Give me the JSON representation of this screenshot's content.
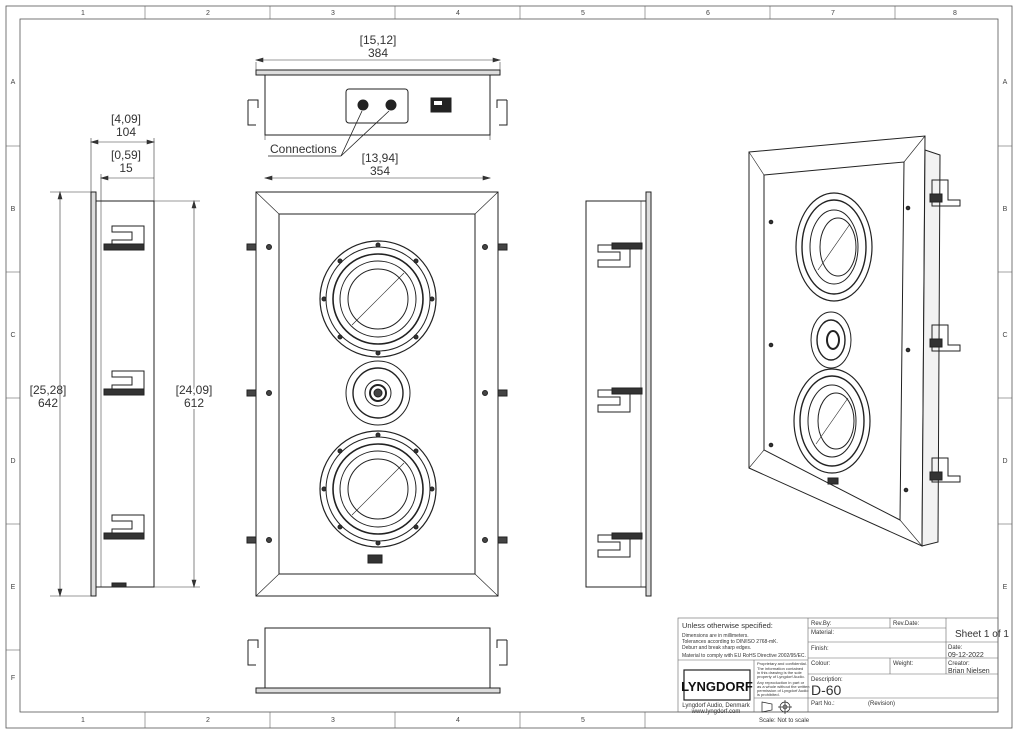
{
  "grid": {
    "columns": [
      "1",
      "2",
      "3",
      "4",
      "5",
      "6",
      "7",
      "8"
    ],
    "rows": [
      "A",
      "B",
      "C",
      "D",
      "E",
      "F"
    ]
  },
  "dimensions": {
    "top_width_in": "[15,12]",
    "top_width_mm": "384",
    "depth_in": "[4,09]",
    "depth_mm": "104",
    "flange_in": "[0,59]",
    "flange_mm": "15",
    "inner_width_in": "[13,94]",
    "inner_width_mm": "354",
    "height_in": "[25,28]",
    "height_mm": "642",
    "inner_height_in": "[24,09]",
    "inner_height_mm": "612"
  },
  "callout_connections": "Connections",
  "title_block": {
    "unless_specified": "Unless otherwise specified:",
    "note_line1": "Dimensions are in millimeters.",
    "note_line2": "Tolerances according to DIN/ISO 2768-mK.",
    "note_line3": "Deburr and break sharp edges.",
    "note_line4": "Material to comply with EU RoHS Directive 2002/95/EC.",
    "prop_line1": "Proprietary and confidential.",
    "prop_line2": "The information contained",
    "prop_line3": "in this drawing is the sole",
    "prop_line4": "property of Lyngdorf Audio.",
    "prop_line5": "Any reproduction in part or",
    "prop_line6": "as a whole without the written",
    "prop_line7": "permission of Lyngdorf Audio",
    "prop_line8": "is prohibited.",
    "logo": "LYNGDORF",
    "company": "Lyngdorf Audio, Denmark",
    "website": "www.lyngdorf.com",
    "scale": "Scale: Not to scale",
    "rev_by_label": "Rev.By:",
    "rev_date_label": "Rev.Date:",
    "material_label": "Material:",
    "finish_label": "Finish:",
    "colour_label": "Colour:",
    "weight_label": "Weight:",
    "description_label": "Description:",
    "description_value": "D-60",
    "part_no_label": "Part No.:",
    "revision_label": "(Revision)",
    "sheet": "Sheet 1 of 1",
    "date_label": "Date:",
    "date_value": "09-12-2022",
    "creator_label": "Creator:",
    "creator_value": "Brian Nielsen"
  }
}
